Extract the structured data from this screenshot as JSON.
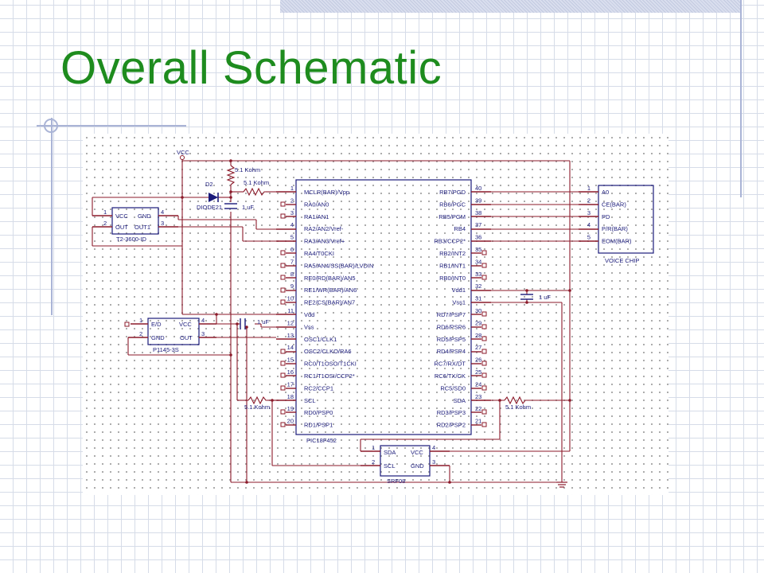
{
  "slide": {
    "title": "Overall Schematic"
  },
  "schematic": {
    "vcc_label": "VCC",
    "mcu": {
      "name": "PIC18F452",
      "left_pins": [
        {
          "num": "1",
          "name": "MCLR(BAR)/Vpp"
        },
        {
          "num": "2",
          "name": "RA0/AN0"
        },
        {
          "num": "3",
          "name": "RA1/AN1"
        },
        {
          "num": "4",
          "name": "RA2/AN2/Vref-"
        },
        {
          "num": "5",
          "name": "RA3/AN3/Vref+"
        },
        {
          "num": "6",
          "name": "RA4/T0CKI"
        },
        {
          "num": "7",
          "name": "RA5/AN4/SS(BAR)/LVDIN"
        },
        {
          "num": "8",
          "name": "RE0/RD(BAR)/AN5"
        },
        {
          "num": "9",
          "name": "RE1/WR(BAR)/AN6"
        },
        {
          "num": "10",
          "name": "RE2/CS(BAR)/AN7"
        },
        {
          "num": "11",
          "name": "Vdd"
        },
        {
          "num": "12",
          "name": "Vss"
        },
        {
          "num": "13",
          "name": "OSC1/CLK1"
        },
        {
          "num": "14",
          "name": "OSC2/CLKO/RA6"
        },
        {
          "num": "15",
          "name": "RC0/T1OSO/T1CKI"
        },
        {
          "num": "16",
          "name": "RC1/T1OSI/CCP2*"
        },
        {
          "num": "17",
          "name": "RC2/CCP1"
        },
        {
          "num": "18",
          "name": "SCL"
        },
        {
          "num": "19",
          "name": "RD0/PSP0"
        },
        {
          "num": "20",
          "name": "RD1/PSP1"
        }
      ],
      "right_pins": [
        {
          "num": "40",
          "name": "RB7/PGD"
        },
        {
          "num": "39",
          "name": "RB6/PGC"
        },
        {
          "num": "38",
          "name": "RB5/PGM"
        },
        {
          "num": "37",
          "name": "RB4"
        },
        {
          "num": "36",
          "name": "RB3/CCP2*"
        },
        {
          "num": "35",
          "name": "RB2/INT2"
        },
        {
          "num": "34",
          "name": "RB1/INT1"
        },
        {
          "num": "33",
          "name": "RB0/INT0"
        },
        {
          "num": "32",
          "name": "Vdd1"
        },
        {
          "num": "31",
          "name": "Vss1"
        },
        {
          "num": "30",
          "name": "RD7/PSP7"
        },
        {
          "num": "29",
          "name": "RD6/PSP6"
        },
        {
          "num": "28",
          "name": "RD5/PSP5"
        },
        {
          "num": "27",
          "name": "RD4/PSP4"
        },
        {
          "num": "26",
          "name": "RC7/RX/DT"
        },
        {
          "num": "25",
          "name": "RC6/TX/CK"
        },
        {
          "num": "24",
          "name": "RC5/SD0"
        },
        {
          "num": "23",
          "name": "SDA"
        },
        {
          "num": "22",
          "name": "RD3/PSP3"
        },
        {
          "num": "21",
          "name": "RD2/PSP2"
        }
      ]
    },
    "voice_chip": {
      "name": "VOICE CHIP",
      "pins": [
        {
          "num": "1",
          "name": "A0"
        },
        {
          "num": "2",
          "name": "CE(BAR)"
        },
        {
          "num": "3",
          "name": "PD"
        },
        {
          "num": "4",
          "name": "P/R(BAR)"
        },
        {
          "num": "5",
          "name": "EOM(BAR)"
        }
      ]
    },
    "t2": {
      "name": "T2-3600-ID",
      "pin1": "1",
      "pin2": "2",
      "pin3": "3",
      "pin4": "4",
      "vcc": "VCC",
      "gnd": "GND",
      "out": "OUT",
      "out1": "OUT1"
    },
    "p1145": {
      "name": "P1145-3S",
      "pin1": "1",
      "pin2": "2",
      "pin3": "3",
      "pin4": "4",
      "ed": "E/D",
      "vcc": "VCC",
      "gnd": "GND",
      "out": "OUT"
    },
    "srf08": {
      "name": "SRF08",
      "pin1": "1",
      "pin2": "2",
      "pin3": "3",
      "pin4": "4",
      "sda": "SDA",
      "scl": "SCL",
      "vcc": "VCC",
      "gnd": "GND"
    },
    "parts": {
      "d2_label": "D2",
      "diode_label": "DIODE21",
      "res_top": "5.1 Kohm",
      "res_mclr": "5.1 Kohm",
      "cap_diode": "1 uF",
      "cap_vdd": "1 uF",
      "cap_right": "1 uF",
      "res_scl": "5.1 Kohm",
      "res_sda": "5.1 Kohm"
    }
  }
}
